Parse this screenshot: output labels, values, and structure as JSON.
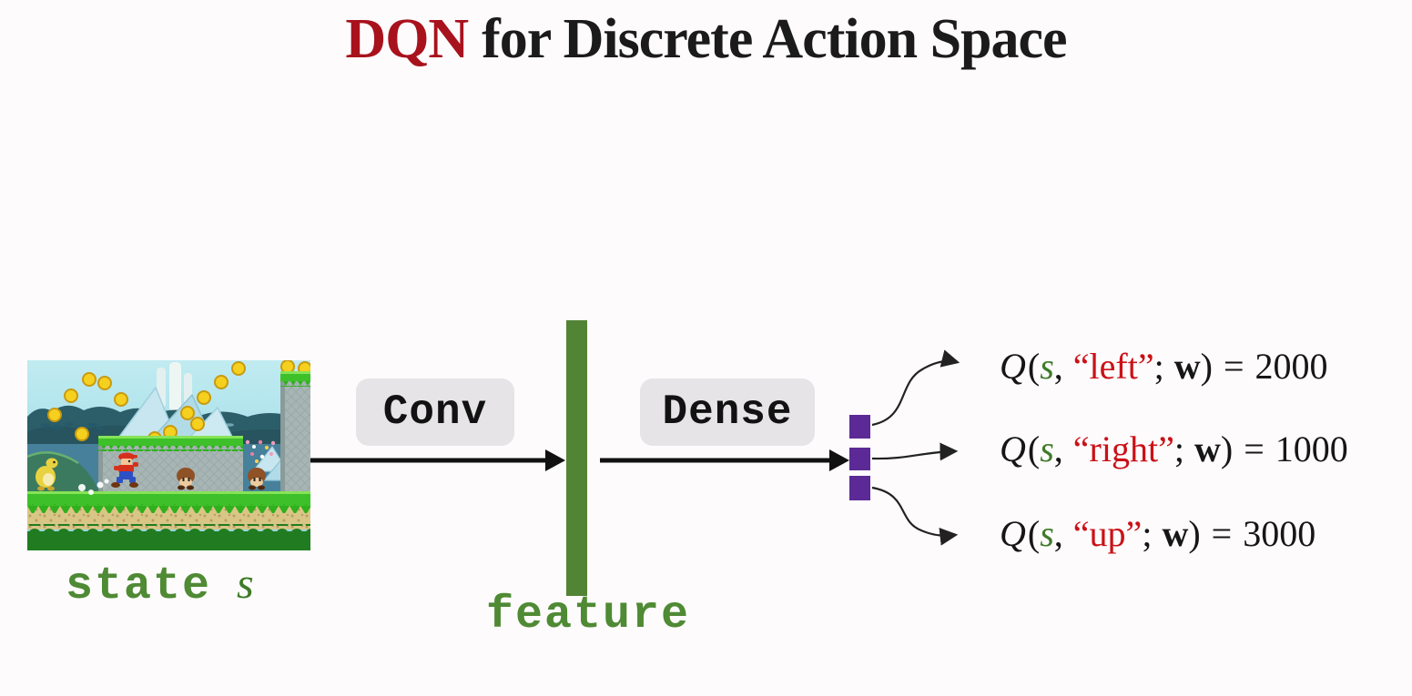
{
  "title": {
    "highlight": "DQN",
    "rest": "for Discrete Action Space"
  },
  "pipeline": {
    "state_label": "state",
    "state_symbol": "s",
    "conv_label": "Conv",
    "feature_label": "feature",
    "dense_label": "Dense"
  },
  "equations": [
    {
      "q": "Q",
      "open": "(",
      "state": "s",
      "comma": ",",
      "action": "“left”",
      "semicolon": ";",
      "weights": "w",
      "close": ")",
      "equals": "=",
      "value": "2000"
    },
    {
      "q": "Q",
      "open": "(",
      "state": "s",
      "comma": ",",
      "action": "“right”",
      "semicolon": ";",
      "weights": "w",
      "close": ")",
      "equals": "=",
      "value": "1000"
    },
    {
      "q": "Q",
      "open": "(",
      "state": "s",
      "comma": ",",
      "action": "“up”",
      "semicolon": ";",
      "weights": "w",
      "close": ")",
      "equals": "=",
      "value": "3000"
    }
  ],
  "icons": {
    "state_image": "mario-game-screenshot"
  },
  "colors": {
    "background": "#fdfbfc",
    "title_accent_red": "#a8121c",
    "text_black": "#161616",
    "green_label": "#4f8a34",
    "feature_bar_green": "#528435",
    "output_node_purple": "#5c2a96",
    "equation_action_red": "#cb1117",
    "equation_state_green": "#3f7b28",
    "pill_gray": "#e6e4e6"
  }
}
